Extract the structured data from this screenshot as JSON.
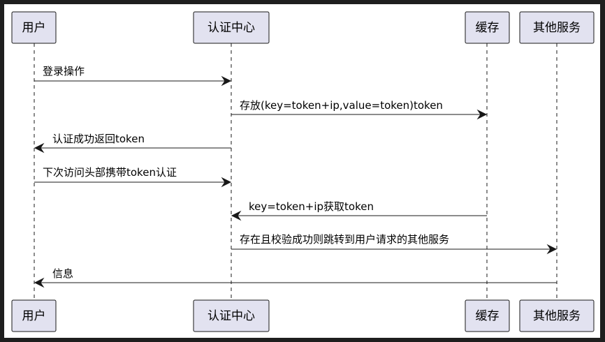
{
  "participants": [
    {
      "id": "user",
      "label": "用户"
    },
    {
      "id": "auth",
      "label": "认证中心"
    },
    {
      "id": "cache",
      "label": "缓存"
    },
    {
      "id": "other",
      "label": "其他服务"
    }
  ],
  "messages": [
    {
      "from": "user",
      "to": "auth",
      "label": "登录操作"
    },
    {
      "from": "auth",
      "to": "cache",
      "label": "存放(key=token+ip,value=token)token"
    },
    {
      "from": "auth",
      "to": "user",
      "label": "认证成功返回token"
    },
    {
      "from": "user",
      "to": "auth",
      "label": "下次访问头部携带token认证"
    },
    {
      "from": "cache",
      "to": "auth",
      "label": "key=token+ip获取token"
    },
    {
      "from": "auth",
      "to": "other",
      "label": "存在且校验成功则跳转到用户请求的其他服务"
    },
    {
      "from": "other",
      "to": "user",
      "label": "信息"
    }
  ]
}
